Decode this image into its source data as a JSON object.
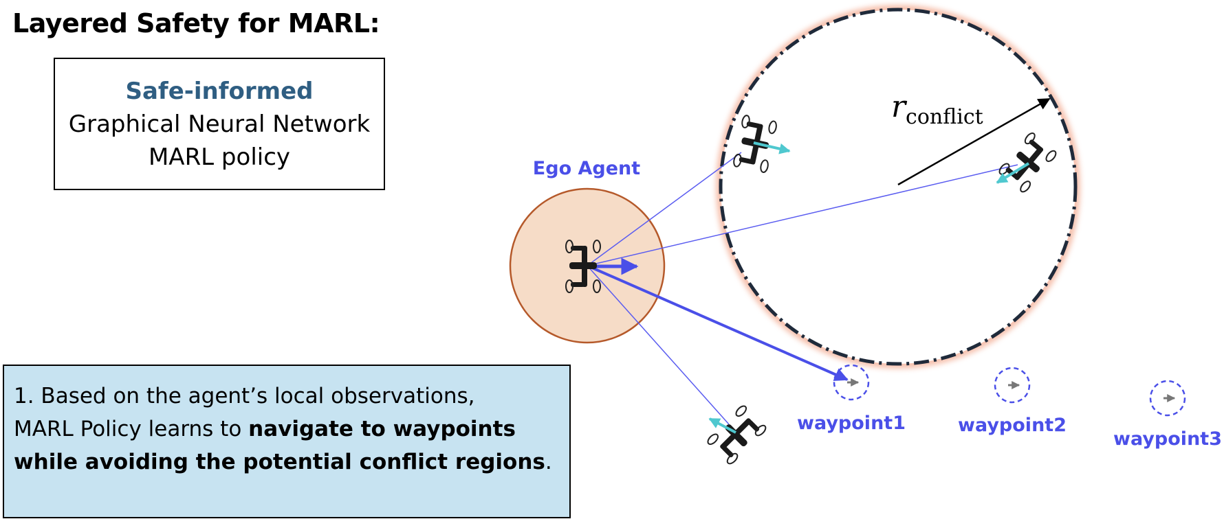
{
  "title": "Layered Safety for MARL:",
  "policy_box": {
    "highlight": "Safe-informed",
    "line2": "Graphical Neural Network",
    "line3": "MARL policy"
  },
  "ego_label": "Ego Agent",
  "conflict_label": {
    "symbol": "r",
    "subscript": "conflict"
  },
  "waypoints": [
    "waypoint1",
    "waypoint2",
    "waypoint3"
  ],
  "note": {
    "line1": "1. Based on the agent’s local observations,",
    "line2_plain": "MARL Policy learns to ",
    "line2_bold": "navigate to waypoints",
    "line3_bold": "while avoiding the potential conflict regions",
    "line3_end": "."
  },
  "colors": {
    "label_blue": "#4a4fe8",
    "edge_blue": "#5a5cf0",
    "ego_fill": "#f6dcc7",
    "ego_stroke": "#b5592a",
    "conflict_glow": "#f2a68a",
    "heading_arrow": "#4fc8cf",
    "note_bg": "#c7e3f1",
    "policy_highlight": "#2f5e82"
  }
}
